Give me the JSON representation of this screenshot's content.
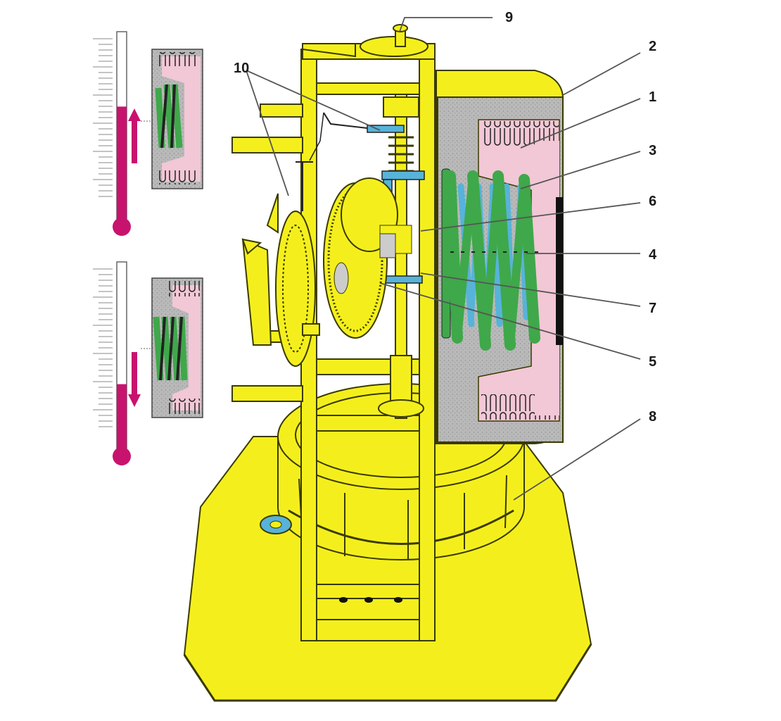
{
  "colors": {
    "frame_yellow": "#f4ef1c",
    "frame_outline": "#3a3a00",
    "capsule_gray": "#b7b7b7",
    "gas_pink": "#f2c7d6",
    "coil_green": "#3fa84a",
    "coil_blue": "#57b3d9",
    "thermo_magenta": "#c8136e",
    "leader_line": "#555555"
  },
  "callouts": [
    {
      "id": "9",
      "text": "9"
    },
    {
      "id": "2",
      "text": "2"
    },
    {
      "id": "10",
      "text": "10"
    },
    {
      "id": "1",
      "text": "1"
    },
    {
      "id": "3",
      "text": "3"
    },
    {
      "id": "6",
      "text": "6"
    },
    {
      "id": "4",
      "text": "4"
    },
    {
      "id": "7",
      "text": "7"
    },
    {
      "id": "5",
      "text": "5"
    },
    {
      "id": "8",
      "text": "8"
    }
  ],
  "insets": [
    {
      "name": "warming",
      "arrow_direction": "up",
      "thermometer_level": 0.62
    },
    {
      "name": "cooling",
      "arrow_direction": "down",
      "thermometer_level": 0.38
    }
  ],
  "icons": {
    "up_arrow": "arrow-up-icon",
    "down_arrow": "arrow-down-icon"
  }
}
